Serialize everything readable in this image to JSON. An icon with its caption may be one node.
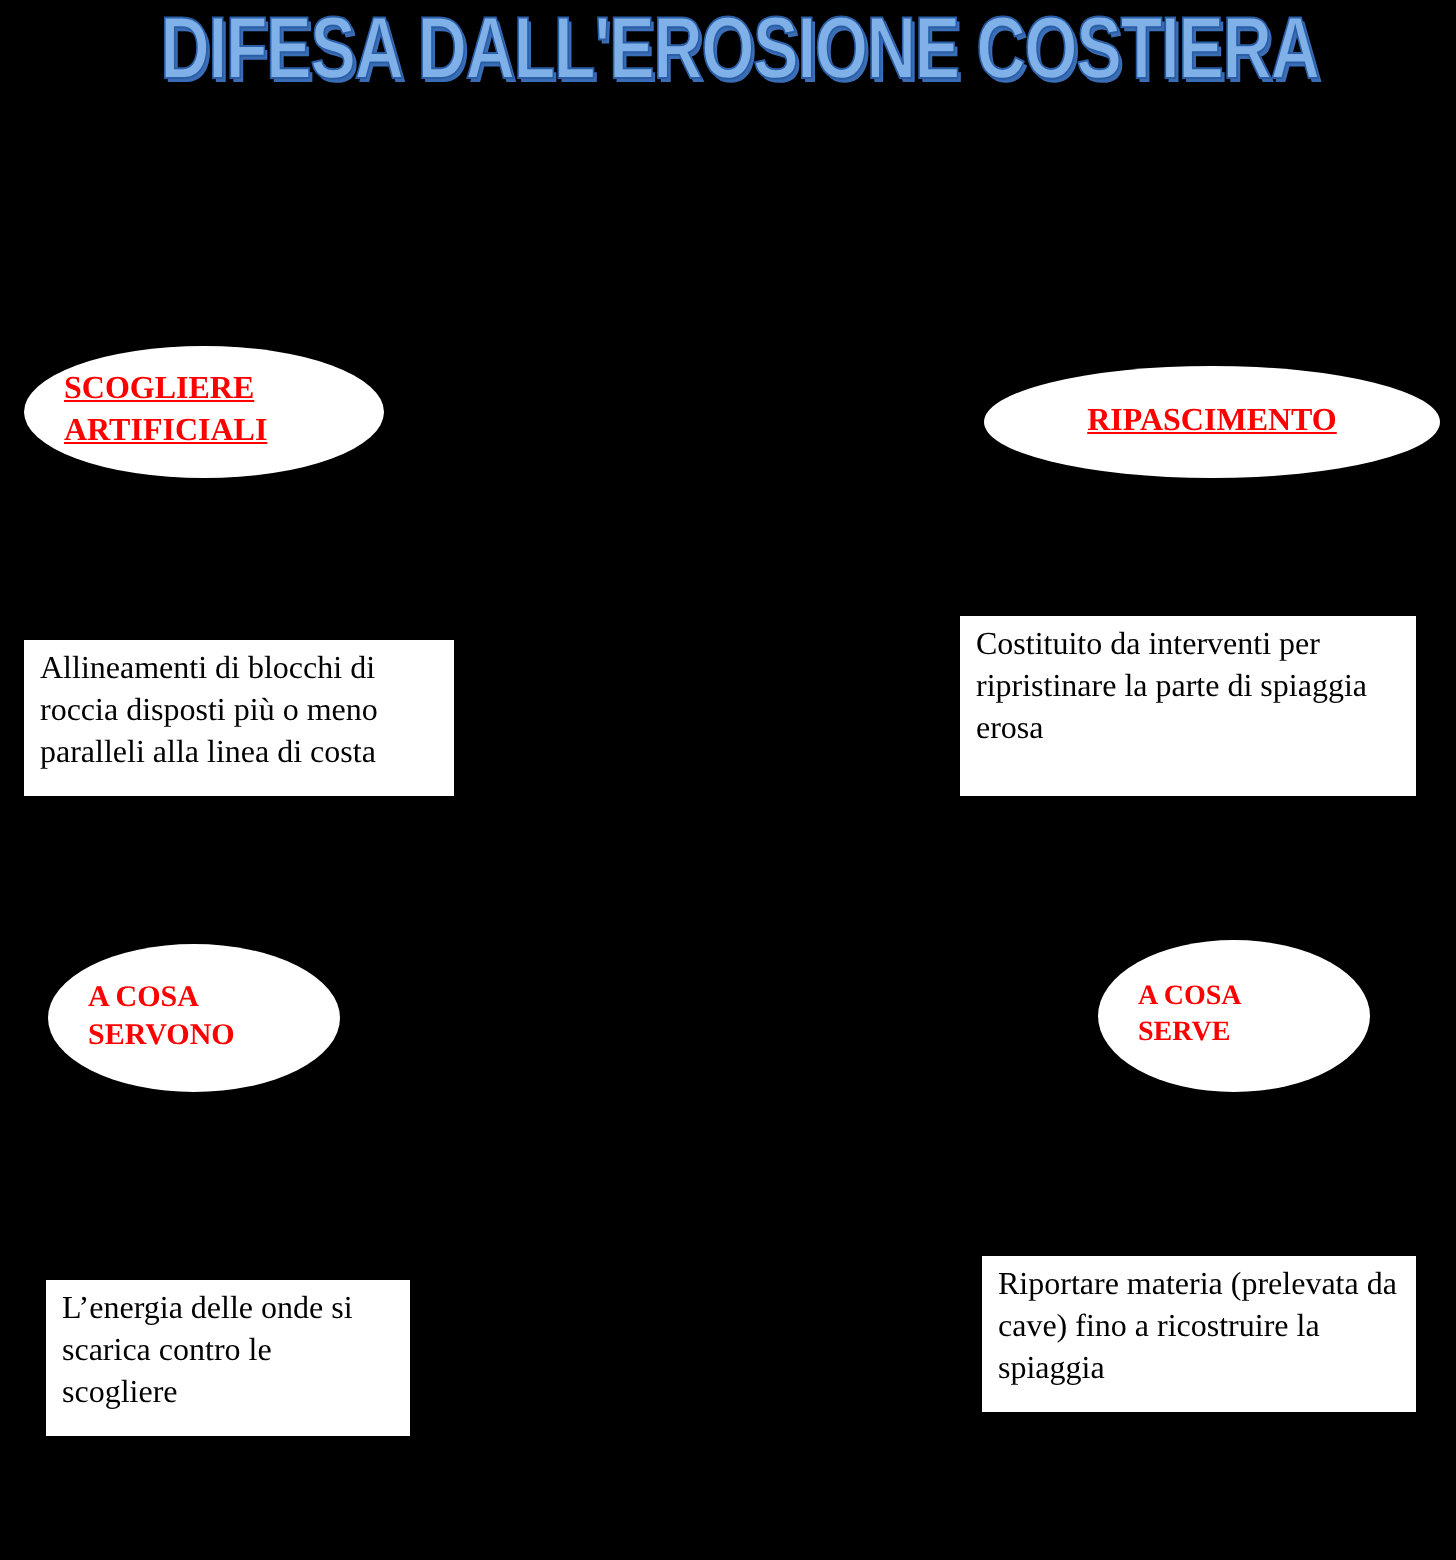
{
  "diagram": {
    "title": "DIFESA DALL'EROSIONE COSTIERA",
    "nodes": [
      {
        "text": [
          "SCOGLIERE ARTIFICIALI"
        ]
      },
      {
        "text": [
          "RIPASCIMENTO"
        ]
      },
      {
        "text": [
          "Allineamenti di blocchi di roccia disposti più o meno paralleli alla linea di costa"
        ]
      },
      {
        "text": [
          "Costituito da interventi per ripristinare la parte di spiaggia erosa"
        ]
      },
      {
        "text": [
          "A COSA SERVONO"
        ]
      },
      {
        "text": [
          "A COSA SERVE"
        ]
      },
      {
        "text": [
          "L’energia delle onde si scarica contro le scogliere"
        ]
      },
      {
        "text": [
          "Riportare materia (prelevata da cave) fino a ricostruire la spiaggia"
        ]
      }
    ]
  }
}
